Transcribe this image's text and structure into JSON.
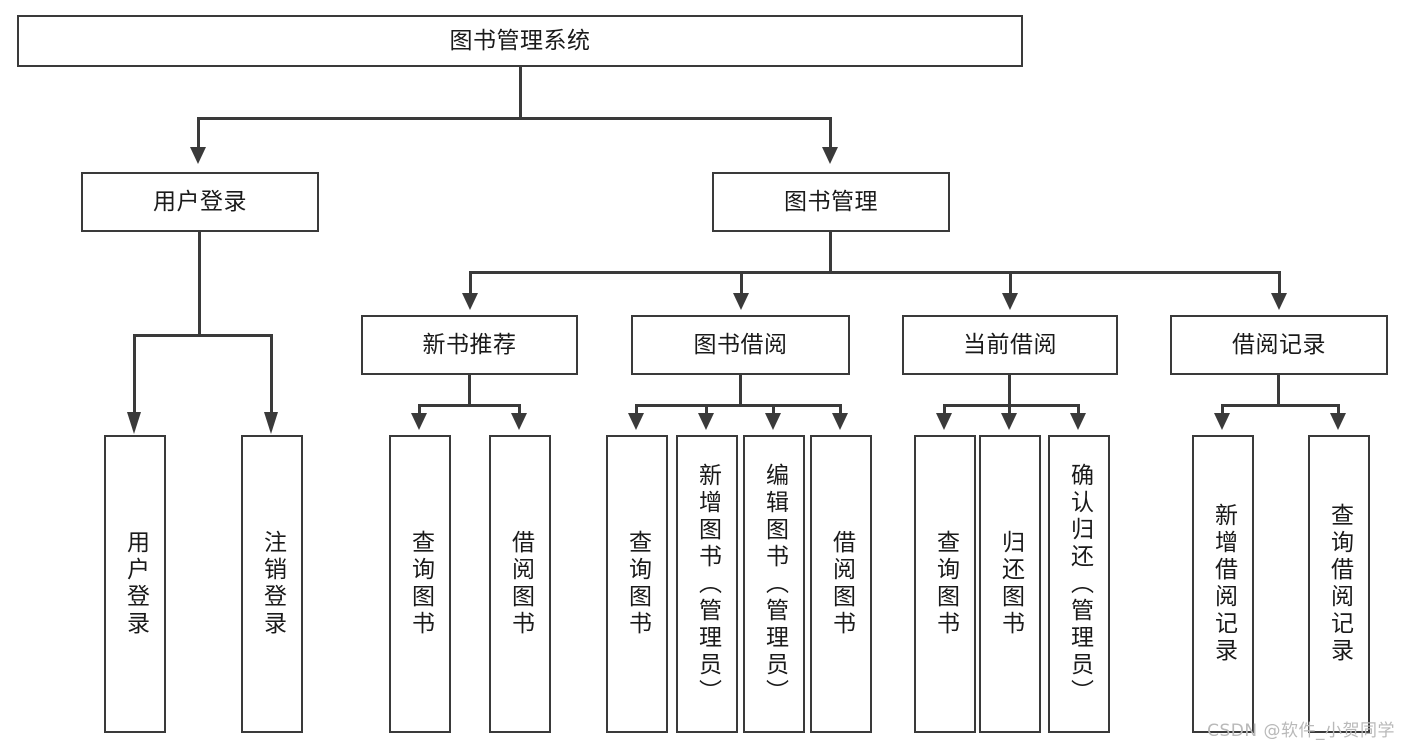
{
  "diagram": {
    "title": "图书管理系统",
    "root": {
      "label": "图书管理系统"
    },
    "level2": [
      {
        "label": "用户登录"
      },
      {
        "label": "图书管理"
      }
    ],
    "level3": [
      {
        "label": "新书推荐"
      },
      {
        "label": "图书借阅"
      },
      {
        "label": "当前借阅"
      },
      {
        "label": "借阅记录"
      }
    ],
    "leaves": {
      "user_login": [
        {
          "label": "用户登录"
        },
        {
          "label": "注销登录"
        }
      ],
      "new_book_recommend": [
        {
          "label": "查询图书"
        },
        {
          "label": "借阅图书"
        }
      ],
      "book_borrow": [
        {
          "label": "查询图书"
        },
        {
          "label": "新增图书（管理员）"
        },
        {
          "label": "编辑图书（管理员）"
        },
        {
          "label": "借阅图书"
        }
      ],
      "current_borrow": [
        {
          "label": "查询图书"
        },
        {
          "label": "归还图书"
        },
        {
          "label": "确认归还（管理员）"
        }
      ],
      "borrow_record": [
        {
          "label": "新增借阅记录"
        },
        {
          "label": "查询借阅记录"
        }
      ]
    }
  },
  "watermark": {
    "text": "CSDN @软件_小贺同学"
  },
  "colors": {
    "line": "#3a3a3a",
    "box_fill": "#ffffff",
    "text": "#1a1a1a",
    "watermark": "#b9b9b9",
    "background": "#ffffff"
  }
}
